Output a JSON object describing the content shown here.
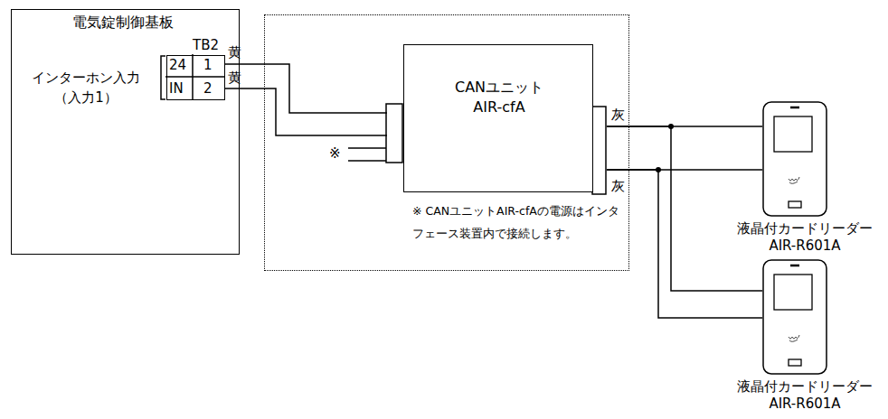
{
  "diagram": {
    "nodes": [
      {
        "text": [
          "電気錠制御基板"
        ]
      },
      {
        "text": [
          "TB2"
        ],
        "in": 0
      },
      {
        "text": [
          "※ CANユニットAIR-cfAの電源はインタフェース装置内で接続します。"
        ]
      },
      {
        "text": [
          "CANユニット AIR-cfA"
        ],
        "in": 2
      },
      {
        "text": [
          "液晶付カードリーダー AIR-R601A"
        ]
      },
      {
        "text": [
          "液晶付カードリーダー AIR-R601A"
        ]
      }
    ],
    "edges": [
      {
        "from": 1,
        "to": 3,
        "arrow": "none"
      },
      {
        "from": 1,
        "to": 3,
        "arrow": "none"
      },
      {
        "from": 3,
        "to": 4,
        "arrow": "none"
      },
      {
        "from": 3,
        "to": 4,
        "arrow": "none"
      },
      {
        "from": 3,
        "to": 5,
        "arrow": "none"
      },
      {
        "from": 3,
        "to": 5,
        "arrow": "none"
      }
    ],
    "labels": [
      "24",
      "1",
      "IN",
      "2",
      "インターホン入力 （入力1）",
      "黄",
      "黄",
      "※",
      "灰",
      "灰"
    ]
  }
}
